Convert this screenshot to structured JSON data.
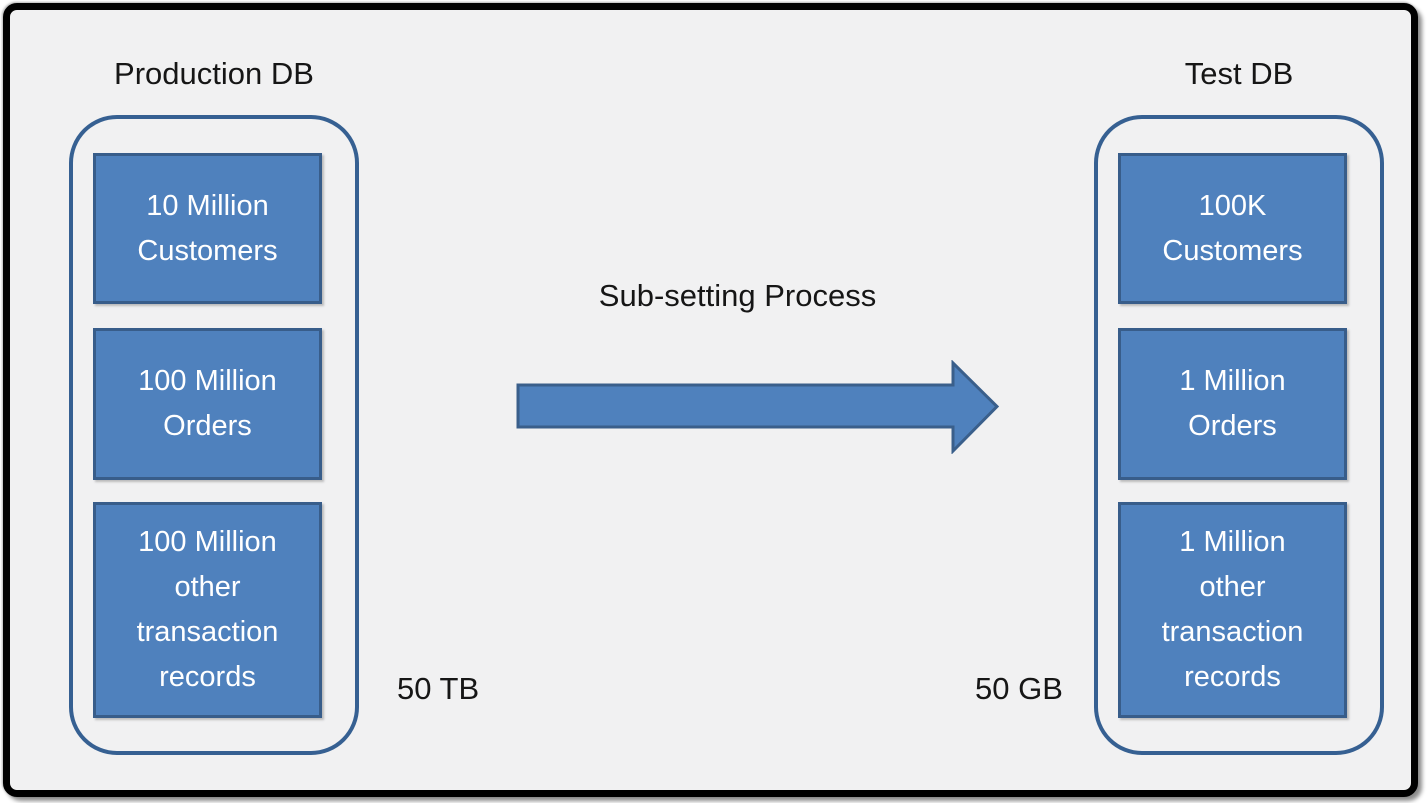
{
  "production_db": {
    "title": "Production DB",
    "size_label": "50 TB",
    "boxes": [
      {
        "label": "10 Million\nCustomers"
      },
      {
        "label": "100 Million\nOrders"
      },
      {
        "label": "100 Million\nother\ntransaction\nrecords"
      }
    ]
  },
  "process": {
    "label": "Sub-setting Process",
    "arrow_icon": "right-arrow"
  },
  "test_db": {
    "title": "Test DB",
    "size_label": "50 GB",
    "boxes": [
      {
        "label": "100K\nCustomers"
      },
      {
        "label": "1 Million\nOrders"
      },
      {
        "label": "1 Million\nother\ntransaction\nrecords"
      }
    ]
  },
  "colors": {
    "background": "#F1F1F2",
    "frame_border": "#000000",
    "container_border": "#366092",
    "box_fill": "#4F81BD",
    "box_border": "#385D8A",
    "box_text": "#FFFFFF",
    "label_text": "#161616",
    "arrow_fill": "#4F81BD",
    "arrow_border": "#3A5F8B"
  }
}
